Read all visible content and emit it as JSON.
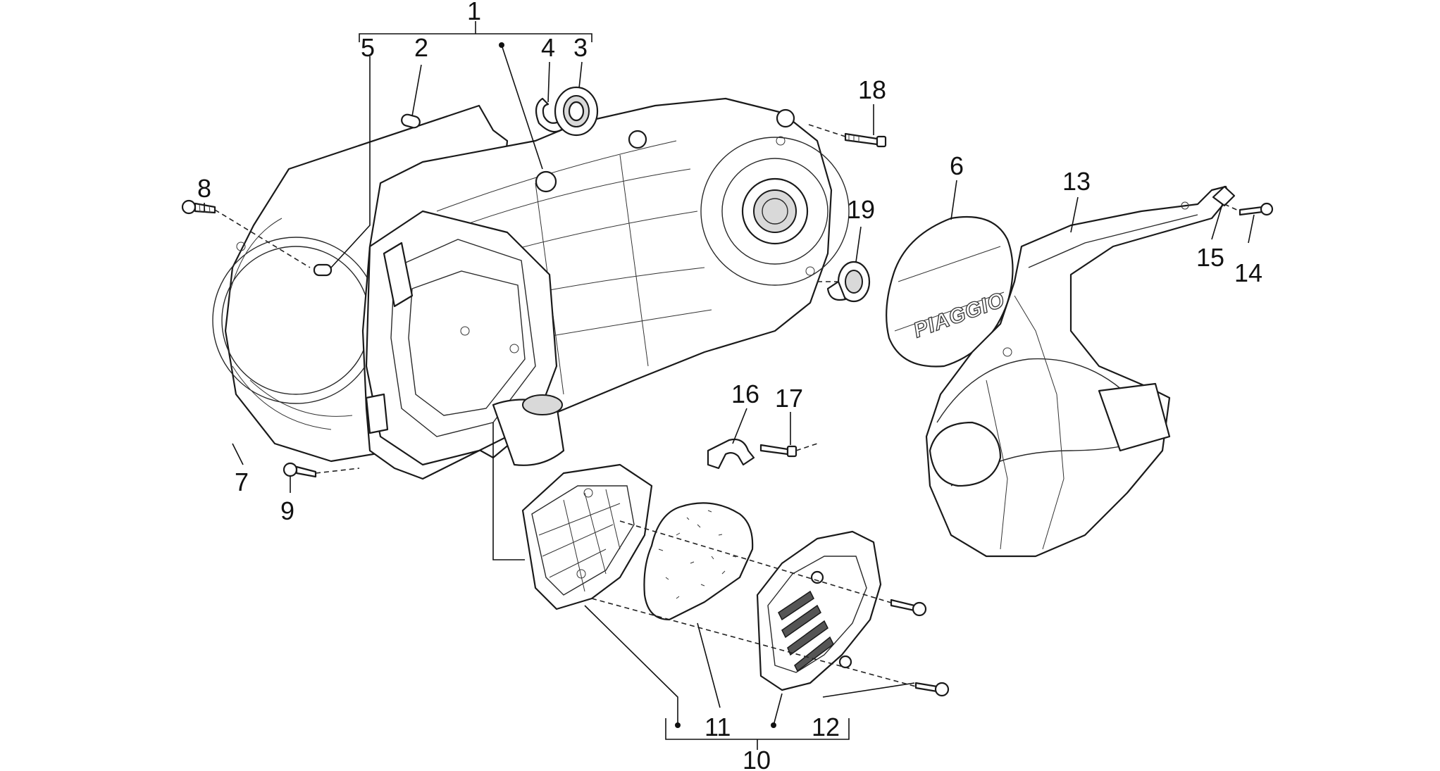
{
  "diagram": {
    "callouts": {
      "p1": "1",
      "p2": "2",
      "p3": "3",
      "p4": "4",
      "p5": "5",
      "p6": "6",
      "p7": "7",
      "p8": "8",
      "p9": "9",
      "p10": "10",
      "p11": "11",
      "p12": "12",
      "p13": "13",
      "p14": "14",
      "p15": "15",
      "p16": "16",
      "p17": "17",
      "p18": "18",
      "p19": "19"
    },
    "logo_text": "PIAGGIO"
  }
}
